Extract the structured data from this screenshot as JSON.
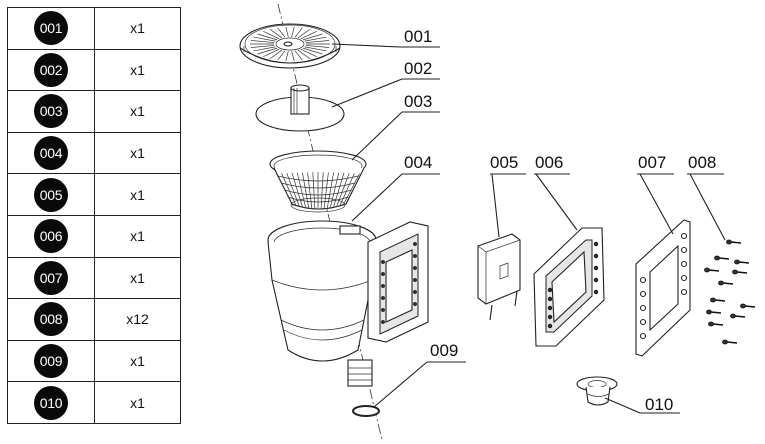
{
  "parts": [
    {
      "number": "001",
      "quantity": "x1"
    },
    {
      "number": "002",
      "quantity": "x1"
    },
    {
      "number": "003",
      "quantity": "x1"
    },
    {
      "number": "004",
      "quantity": "x1"
    },
    {
      "number": "005",
      "quantity": "x1"
    },
    {
      "number": "006",
      "quantity": "x1"
    },
    {
      "number": "007",
      "quantity": "x1"
    },
    {
      "number": "008",
      "quantity": "x12"
    },
    {
      "number": "009",
      "quantity": "x1"
    },
    {
      "number": "010",
      "quantity": "x1"
    }
  ],
  "callouts": [
    "001",
    "002",
    "003",
    "004",
    "005",
    "006",
    "007",
    "008",
    "009",
    "010"
  ]
}
